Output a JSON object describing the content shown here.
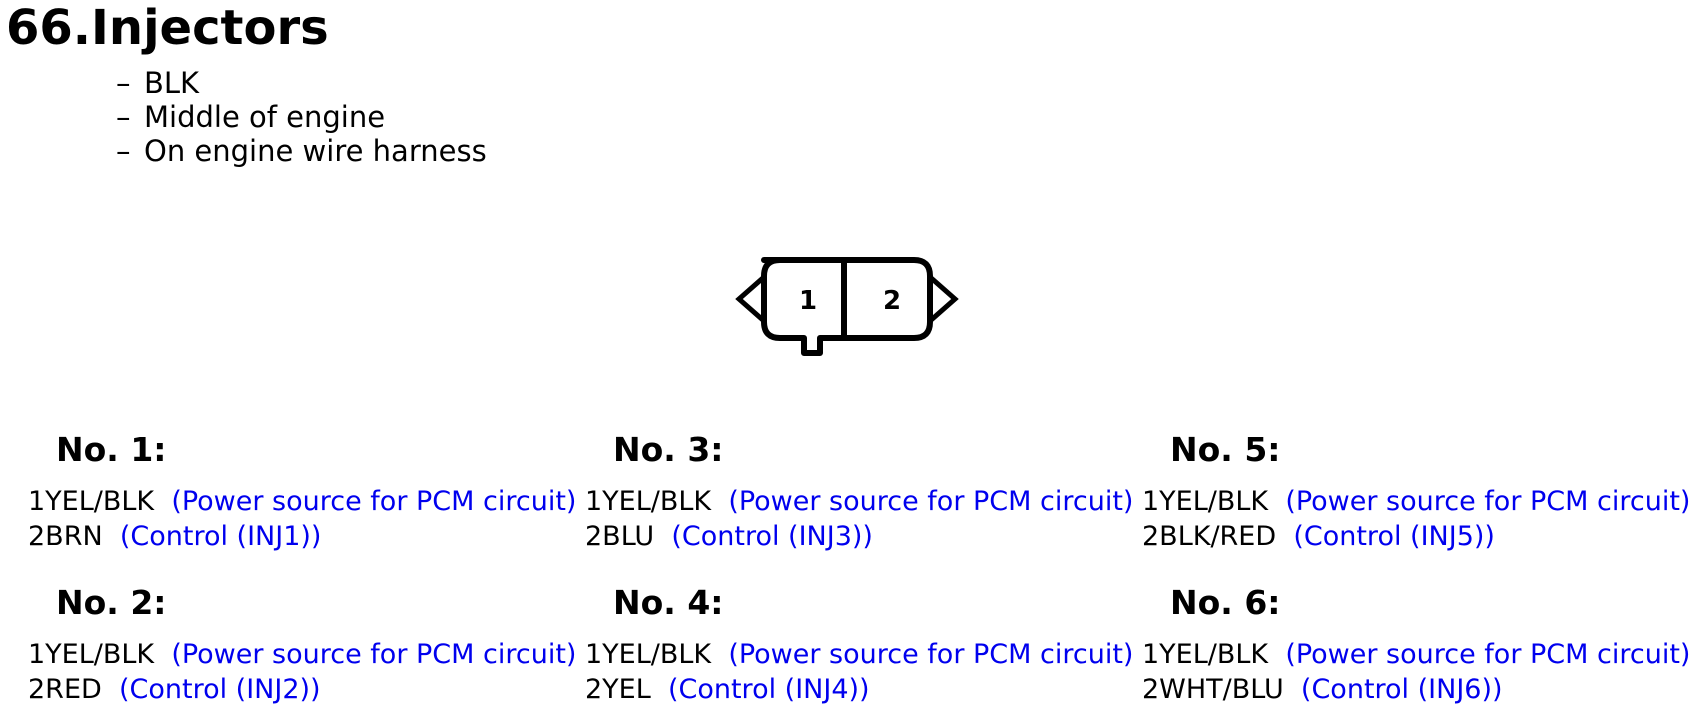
{
  "title": "66.Injectors",
  "notes": [
    "BLK",
    "Middle of engine",
    "On engine wire harness"
  ],
  "dash": "–",
  "connector": {
    "pin_labels": [
      "1",
      "2"
    ]
  },
  "injectors": [
    {
      "title": "No. 1:",
      "pins": [
        {
          "wire": "1YEL/BLK",
          "desc": "(Power source for PCM circuit)"
        },
        {
          "wire": "2BRN",
          "desc": "(Control (INJ1))"
        }
      ]
    },
    {
      "title": "No. 3:",
      "pins": [
        {
          "wire": "1YEL/BLK",
          "desc": "(Power source for PCM circuit)"
        },
        {
          "wire": "2BLU",
          "desc": "(Control (INJ3))"
        }
      ]
    },
    {
      "title": "No. 5:",
      "pins": [
        {
          "wire": "1YEL/BLK",
          "desc": "(Power source for PCM circuit)"
        },
        {
          "wire": "2BLK/RED",
          "desc": "(Control (INJ5))"
        }
      ]
    },
    {
      "title": "No. 2:",
      "pins": [
        {
          "wire": "1YEL/BLK",
          "desc": "(Power source for PCM circuit)"
        },
        {
          "wire": "2RED",
          "desc": "(Control (INJ2))"
        }
      ]
    },
    {
      "title": "No. 4:",
      "pins": [
        {
          "wire": "1YEL/BLK",
          "desc": "(Power source for PCM circuit)"
        },
        {
          "wire": "2YEL",
          "desc": "(Control (INJ4))"
        }
      ]
    },
    {
      "title": "No. 6:",
      "pins": [
        {
          "wire": "1YEL/BLK",
          "desc": "(Power source for PCM circuit)"
        },
        {
          "wire": "2WHT/BLU",
          "desc": "(Control (INJ6))"
        }
      ]
    }
  ],
  "colors": {
    "text": "#000000",
    "description": "#0000ee"
  }
}
